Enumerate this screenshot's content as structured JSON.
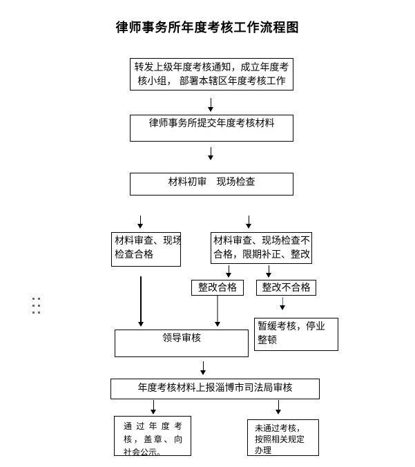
{
  "title": "律师事务所年度考核工作流程图",
  "flowchart": {
    "boxes": {
      "notify": {
        "lines": [
          "转发上级年度考核通知，成立年度考",
          "核小组， 部署本辖区年度考核工作"
        ]
      },
      "submit": {
        "text": "律师事务所提交年度考核材料"
      },
      "review": {
        "text": "材料初审　现场检查"
      },
      "check_pass": {
        "lines": [
          "材料审查、现场",
          "检查合格"
        ]
      },
      "check_fail": {
        "lines": [
          "材料审查、现场检查不",
          "合格，限期补正、整改"
        ]
      },
      "rect_pass": {
        "text": "整改合格"
      },
      "rect_fail": {
        "text": "整改不合格"
      },
      "leader": {
        "text": "领导审核"
      },
      "suspend": {
        "lines": [
          "暂缓考核，停业",
          "整顿"
        ]
      },
      "report": {
        "text": "年度考核材料上报淄博市司法局审核"
      },
      "pass_final": {
        "lines": [
          "通过年度考",
          "核，盖章、向",
          "社会公示。"
        ]
      },
      "fail_final": {
        "lines": [
          "未通过考核，",
          "按照相关规定",
          "办理"
        ]
      }
    }
  },
  "colors": {
    "box_border": "#000000",
    "arrow_black": "#000000",
    "arrow_gray": "#808080",
    "arrow_blue": "#4066a8",
    "handle_dot": "#6b6b6b"
  },
  "icons": {
    "anchor_handle": "drag-dots-icon"
  }
}
